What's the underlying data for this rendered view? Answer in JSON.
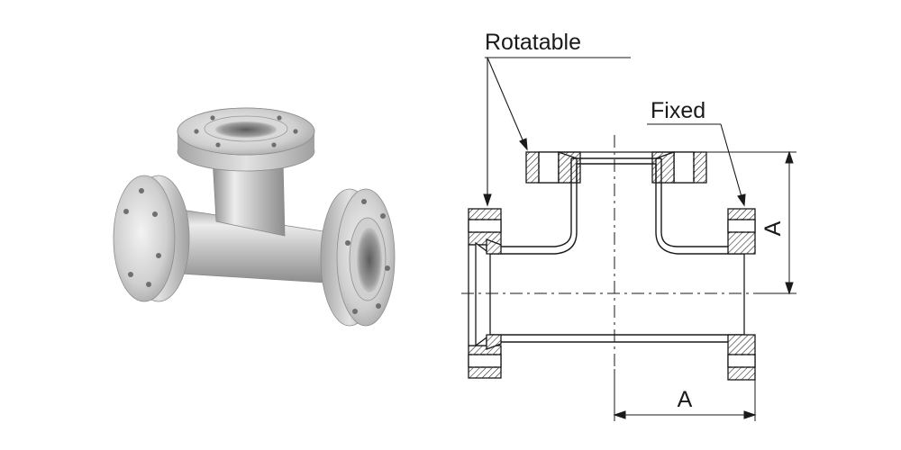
{
  "photo": {
    "subject": "stainless-steel-conflat-flanged-tee"
  },
  "drawing": {
    "label_rotatable": "Rotatable",
    "label_fixed": "Fixed",
    "dim_vertical": "A",
    "dim_horizontal": "A"
  },
  "colors": {
    "line": "#1a1a1a",
    "steel_light": "#e6e6e6",
    "steel_mid": "#b9b9b9",
    "steel_dark": "#7a7a7a"
  }
}
